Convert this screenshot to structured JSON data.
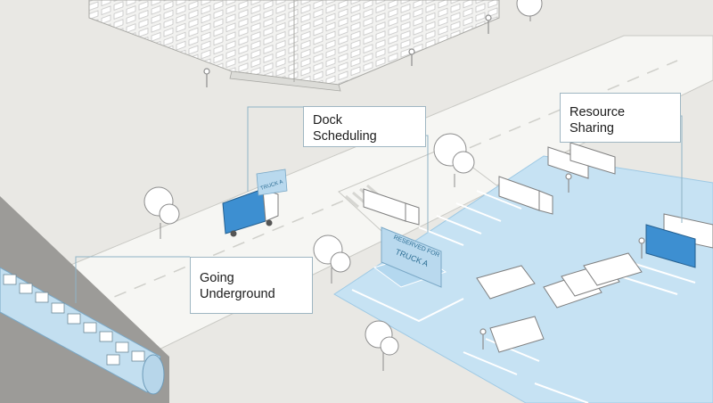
{
  "callouts": {
    "dock_scheduling": {
      "line1": "Dock",
      "line2": "Scheduling"
    },
    "resource_sharing": {
      "line1": "Resource",
      "line2": "Sharing"
    },
    "going_underground": {
      "line1": "Going",
      "line2": "Underground"
    }
  },
  "signs": {
    "truck_a_tag": "TRUCK A",
    "reserved_line1": "RESERVED FOR",
    "reserved_line2": "TRUCK A"
  },
  "colors": {
    "ground": "#e9e8e4",
    "road": "#f5f5f2",
    "lot_blue": "#c6e2f3",
    "accent_blue": "#3d8fd1",
    "line": "#8a8a8a",
    "underground": "#9c9b98"
  }
}
